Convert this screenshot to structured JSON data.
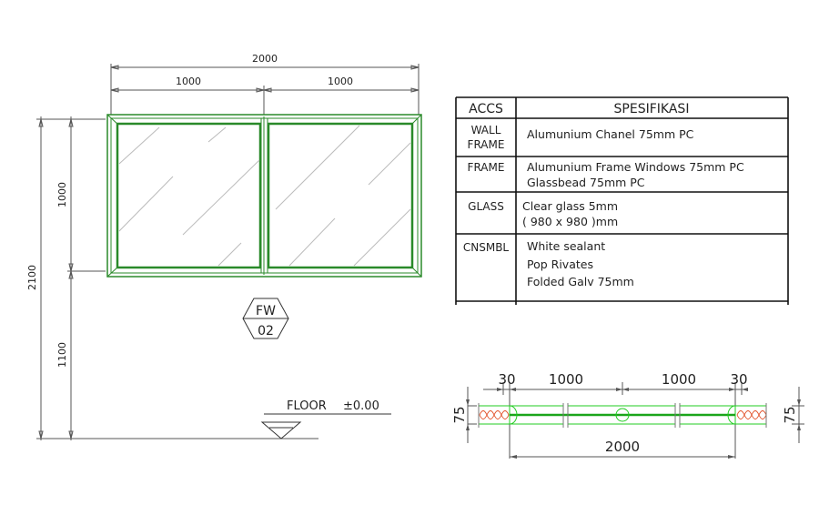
{
  "elevation": {
    "dims": {
      "overall_width": "2000",
      "left_pane_width": "1000",
      "right_pane_width": "1000",
      "total_height": "2100",
      "window_height": "1000",
      "sill_height": "1100"
    },
    "tag": {
      "code": "FW",
      "number": "02"
    },
    "floor": {
      "label": "FLOOR",
      "level": "±0.00"
    }
  },
  "spec_table": {
    "headers": [
      "ACCS",
      "SPESIFIKASI"
    ],
    "rows": [
      {
        "accs": [
          "WALL",
          "FRAME"
        ],
        "spec": [
          "Alumunium Chanel 75mm PC"
        ]
      },
      {
        "accs": [
          "FRAME"
        ],
        "spec": [
          "Alumunium Frame Windows 75mm PC",
          "Glassbead 75mm PC"
        ]
      },
      {
        "accs": [
          "GLASS"
        ],
        "spec": [
          "Clear glass 5mm",
          "( 980 x 980 )mm"
        ]
      },
      {
        "accs": [
          "CNSMBL"
        ],
        "spec": [
          "White sealant",
          "Pop Rivates",
          "Folded Galv 75mm"
        ]
      }
    ]
  },
  "section": {
    "dims": {
      "left_edge": "30",
      "left_span": "1000",
      "right_span": "1000",
      "right_edge": "30",
      "total": "2000",
      "depth_left": "75",
      "depth_right": "75"
    }
  },
  "colors": {
    "frame": "#2a8a2a",
    "section_frame": "#22cc22",
    "insulation": "#e04a20"
  }
}
